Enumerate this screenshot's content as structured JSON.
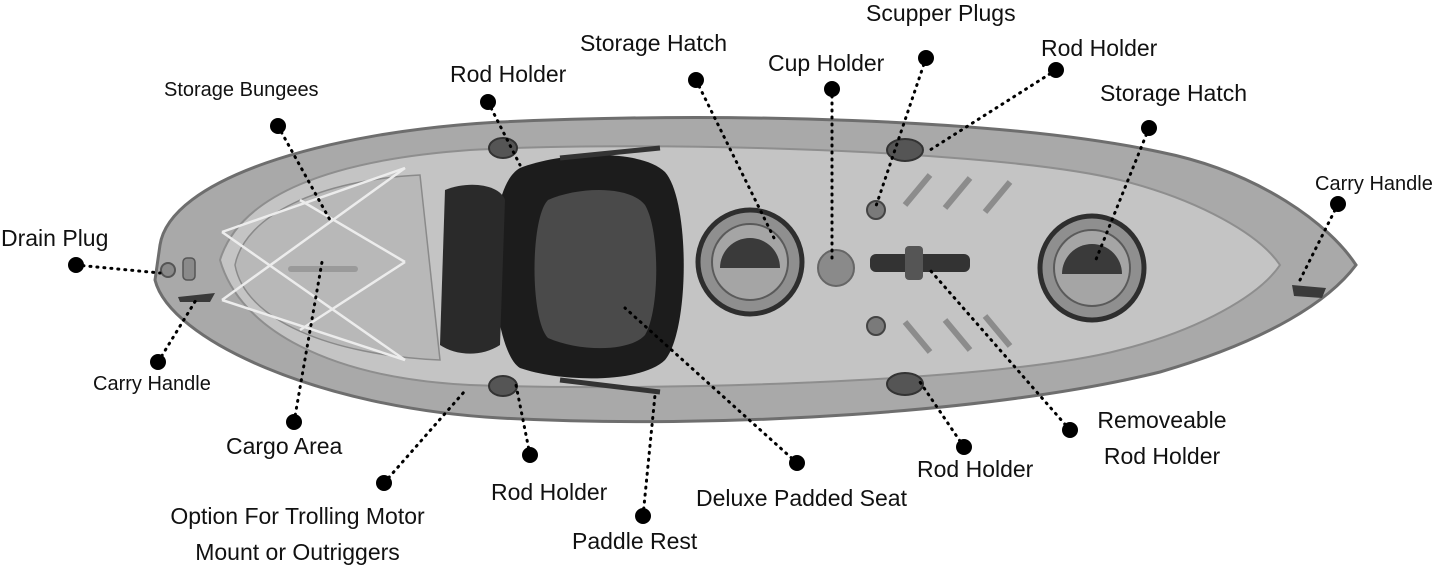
{
  "diagram": {
    "colors": {
      "hull": "#a9a9a9",
      "hull_light": "#c4c4c4",
      "hull_dark": "#7e7e7e",
      "outline": "#6e6e6e",
      "seat": "#1c1c1c",
      "marker": "#000000",
      "background": "#ffffff"
    },
    "labels": {
      "drain_plug": "Drain Plug",
      "storage_bungees": "Storage Bungees",
      "rod_holder_front": "Rod Holder",
      "storage_hatch_center": "Storage Hatch",
      "cup_holder": "Cup Holder",
      "scupper_plugs": "Scupper Plugs",
      "rod_holder_rear_top": "Rod Holder",
      "storage_hatch_rear": "Storage Hatch",
      "carry_handle_rear": "Carry Handle",
      "carry_handle_front": "Carry Handle",
      "cargo_area": "Cargo Area",
      "trolling_line1": "Option For Trolling Motor",
      "trolling_line2": "Mount or Outriggers",
      "rod_holder_bottom": "Rod Holder",
      "paddle_rest": "Paddle Rest",
      "deluxe_seat": "Deluxe Padded Seat",
      "rod_holder_rear_bottom": "Rod Holder",
      "removeable_line1": "Removeable",
      "removeable_line2": "Rod Holder"
    }
  }
}
